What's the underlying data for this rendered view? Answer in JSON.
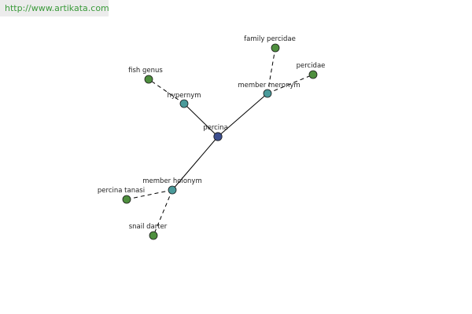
{
  "watermark": {
    "url": "http://www.artikata.com"
  },
  "diagram": {
    "nodes": [
      {
        "id": "percina",
        "label": "percina",
        "kind": "root"
      },
      {
        "id": "hypernym",
        "label": "hypernym",
        "kind": "relation"
      },
      {
        "id": "member-meronym",
        "label": "member meronym",
        "kind": "relation"
      },
      {
        "id": "member-holonym",
        "label": "member holonym",
        "kind": "relation"
      },
      {
        "id": "fish-genus",
        "label": "fish genus",
        "kind": "term"
      },
      {
        "id": "family-percidae",
        "label": "family percidae",
        "kind": "term"
      },
      {
        "id": "percidae",
        "label": "percidae",
        "kind": "term"
      },
      {
        "id": "percina-tanasi",
        "label": "percina tanasi",
        "kind": "term"
      },
      {
        "id": "snail-darter",
        "label": "snail darter",
        "kind": "term"
      }
    ],
    "edges": [
      {
        "from": "percina",
        "to": "hypernym",
        "style": "solid"
      },
      {
        "from": "percina",
        "to": "member-meronym",
        "style": "solid"
      },
      {
        "from": "percina",
        "to": "member-holonym",
        "style": "solid"
      },
      {
        "from": "hypernym",
        "to": "fish-genus",
        "style": "dashed"
      },
      {
        "from": "member-meronym",
        "to": "family-percidae",
        "style": "dashed"
      },
      {
        "from": "member-meronym",
        "to": "percidae",
        "style": "dashed"
      },
      {
        "from": "member-holonym",
        "to": "percina-tanasi",
        "style": "dashed"
      },
      {
        "from": "member-holonym",
        "to": "snail-darter",
        "style": "dashed"
      }
    ],
    "colors": {
      "root": "#3d4f8f",
      "relation": "#4a9a9a",
      "term": "#4e8f3e"
    }
  }
}
